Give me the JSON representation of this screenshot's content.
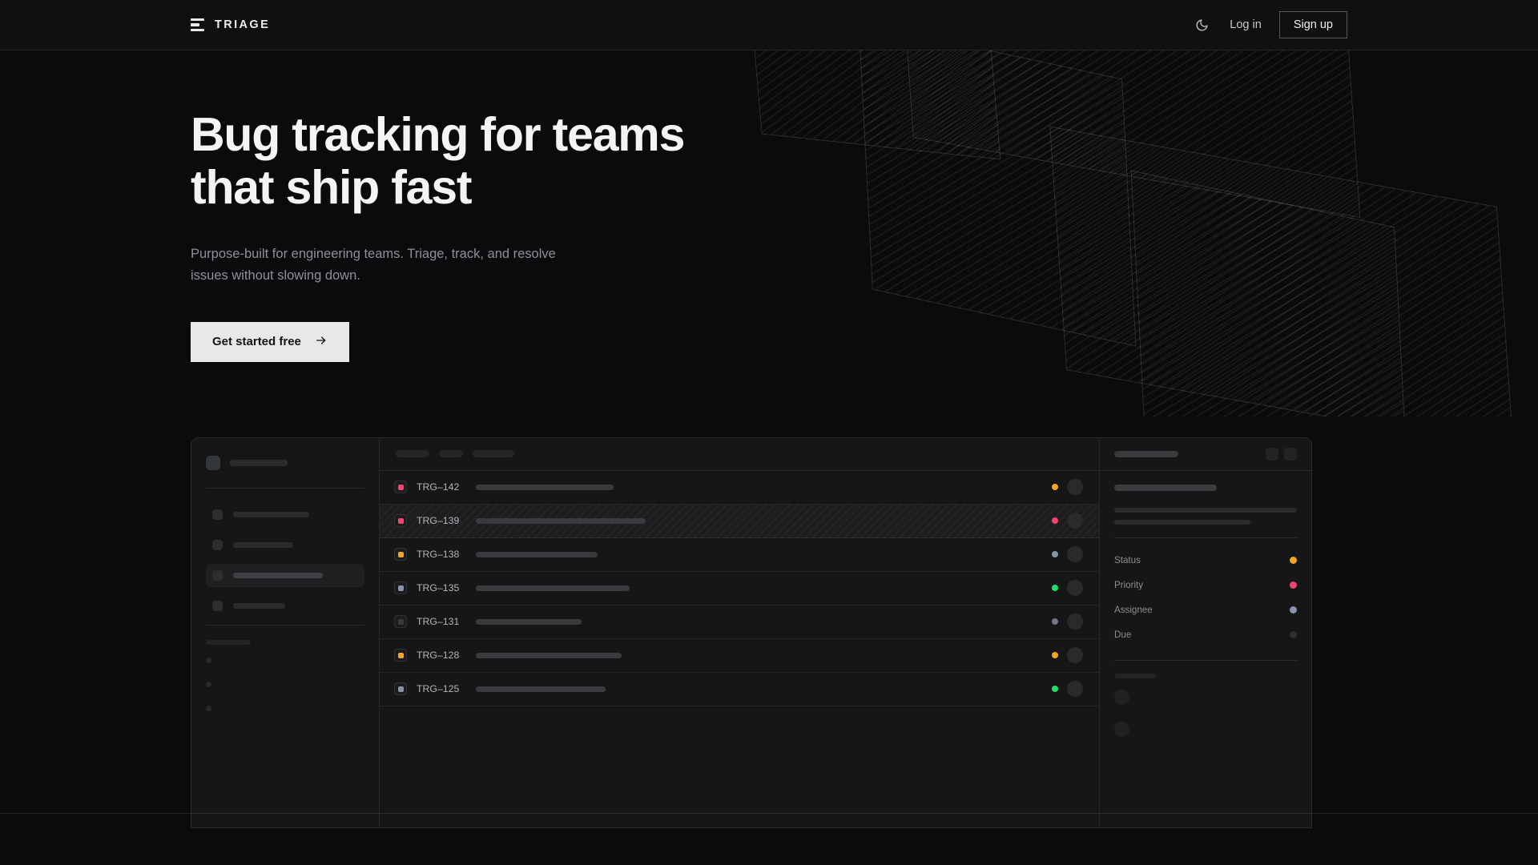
{
  "brand": {
    "name": "TRIAGE",
    "mark_icon": "stacked-bars-icon"
  },
  "nav": {
    "theme_toggle_icon": "moon-icon",
    "login_label": "Log in",
    "signup_label": "Sign up"
  },
  "hero": {
    "heading_line1": "Bug tracking for teams",
    "heading_line2": "that ship fast",
    "subtext": "Purpose-built for engineering teams. Triage, track, and resolve issues without slowing down.",
    "cta_label": "Get started free",
    "cta_icon": "arrow-right-icon"
  },
  "colors": {
    "page_bg": "#0b0b0d",
    "nav_bg": "#101012",
    "panel_bg": "#161617",
    "accent_pink": "#f4436f",
    "accent_orange": "#f5a524",
    "accent_green": "#22dd6e",
    "accent_slate": "#8494ad",
    "accent_muted": "#3a3a3e",
    "cta_bg": "#e8e8e9",
    "heading": "#f4f4f5",
    "subtext": "#8f8f96"
  },
  "mockup": {
    "sidebar": {
      "nav_items": [
        {
          "label_width": 95,
          "active": false
        },
        {
          "label_width": 75,
          "active": false
        },
        {
          "label_width": 112,
          "active": true
        },
        {
          "label_width": 65,
          "active": false
        }
      ],
      "mini_dots": 3
    },
    "list": {
      "header_chips": [
        42,
        30,
        52
      ],
      "rows": [
        {
          "id": "TRG–142",
          "badge_color": "#f4436f",
          "title_width": 172,
          "status_color": "#f5a524",
          "striped": false
        },
        {
          "id": "TRG–139",
          "badge_color": "#f4436f",
          "title_width": 212,
          "status_color": "#f4436f",
          "striped": true
        },
        {
          "id": "TRG–138",
          "badge_color": "#f5a524",
          "title_width": 152,
          "status_color": "#8494ad",
          "striped": false
        },
        {
          "id": "TRG–135",
          "badge_color": "#8494ad",
          "title_width": 192,
          "status_color": "#22dd6e",
          "striped": false
        },
        {
          "id": "TRG–131",
          "badge_color": "#3a3a3e",
          "title_width": 132,
          "status_color": "#6e7683",
          "striped": false
        },
        {
          "id": "TRG–128",
          "badge_color": "#f5a524",
          "title_width": 182,
          "status_color": "#f5a524",
          "striped": false
        },
        {
          "id": "TRG–125",
          "badge_color": "#8494ad",
          "title_width": 162,
          "status_color": "#22dd6e",
          "striped": false
        }
      ]
    },
    "detail": {
      "desc_lines": [
        228,
        170
      ],
      "fields": [
        {
          "label": "Status",
          "dot_color": "#f5a524"
        },
        {
          "label": "Priority",
          "dot_color": "#f4436f"
        },
        {
          "label": "Assignee",
          "dot_color": "#8494ad"
        },
        {
          "label": "Due",
          "dot_color": "#2f2f33"
        }
      ],
      "footer_avatars": 2
    }
  }
}
